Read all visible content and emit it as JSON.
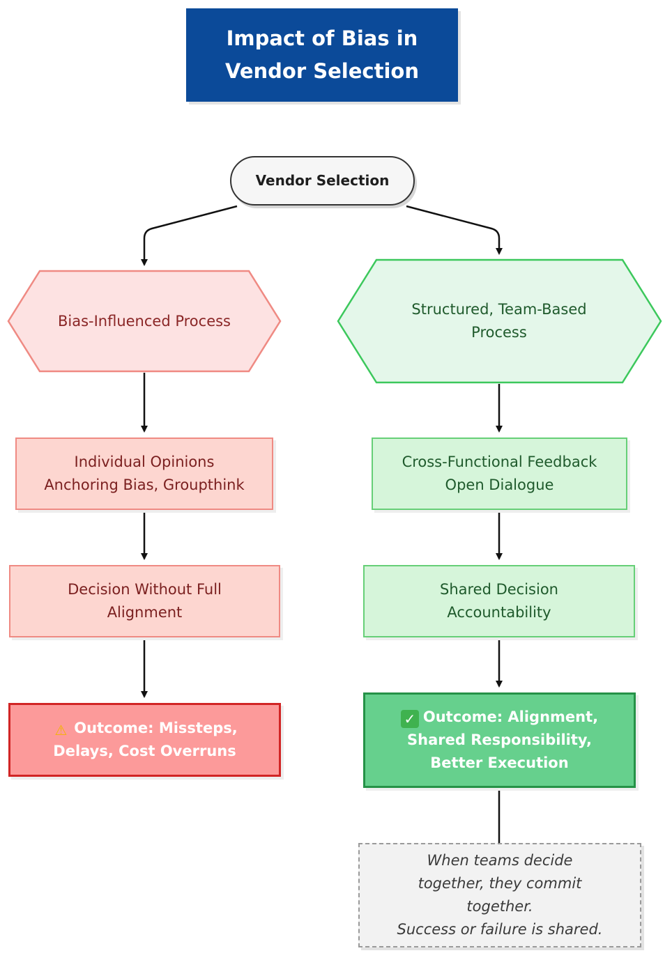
{
  "title": {
    "line1": "Impact of Bias in",
    "line2": "Vendor Selection"
  },
  "start": {
    "label": "Vendor Selection"
  },
  "left_branch": {
    "process": "Bias-Influenced Process",
    "step1": {
      "line1": "Individual Opinions",
      "line2": "Anchoring Bias, Groupthink"
    },
    "step2": {
      "line1": "Decision Without Full",
      "line2": "Alignment"
    },
    "outcome": {
      "icon": "warning-icon",
      "line1": "Outcome: Missteps,",
      "line2": "Delays, Cost Overruns"
    }
  },
  "right_branch": {
    "process": {
      "line1": "Structured, Team-Based",
      "line2": "Process"
    },
    "step1": {
      "line1": "Cross-Functional Feedback",
      "line2": "Open Dialogue"
    },
    "step2": {
      "line1": "Shared Decision",
      "line2": "Accountability"
    },
    "outcome": {
      "icon": "check-icon",
      "line1": "Outcome: Alignment,",
      "line2": "Shared Responsibility,",
      "line3": "Better Execution"
    }
  },
  "note": {
    "line1": "When teams decide",
    "line2": "together, they commit",
    "line3": "together.",
    "line4": "Success or failure is shared."
  },
  "colors": {
    "title_bg": "#0b4a99",
    "red_fill": "#fdd6d0",
    "red_border": "#ef8a83",
    "red_outcome": "#fc9a9a",
    "green_fill": "#d6f5da",
    "green_border": "#66cf77",
    "green_outcome": "#66d08d"
  }
}
